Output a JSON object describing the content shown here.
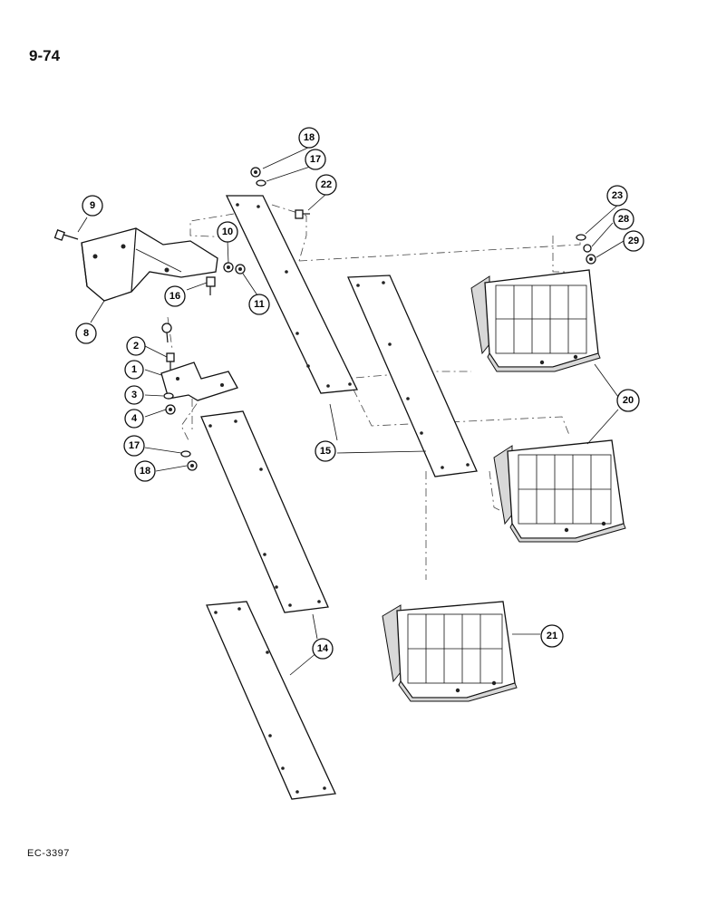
{
  "header": {
    "page_number": "9-74"
  },
  "footer": {
    "figure_code": "EC-3397"
  },
  "callouts": {
    "c1": "1",
    "c2": "2",
    "c3": "3",
    "c4": "4",
    "c8": "8",
    "c9": "9",
    "c10": "10",
    "c11": "11",
    "c14": "14",
    "c15": "15",
    "c16": "16",
    "c17a": "17",
    "c17b": "17",
    "c18a": "18",
    "c18b": "18",
    "c20": "20",
    "c21": "21",
    "c22": "22",
    "c23": "23",
    "c28": "28",
    "c29": "29"
  }
}
